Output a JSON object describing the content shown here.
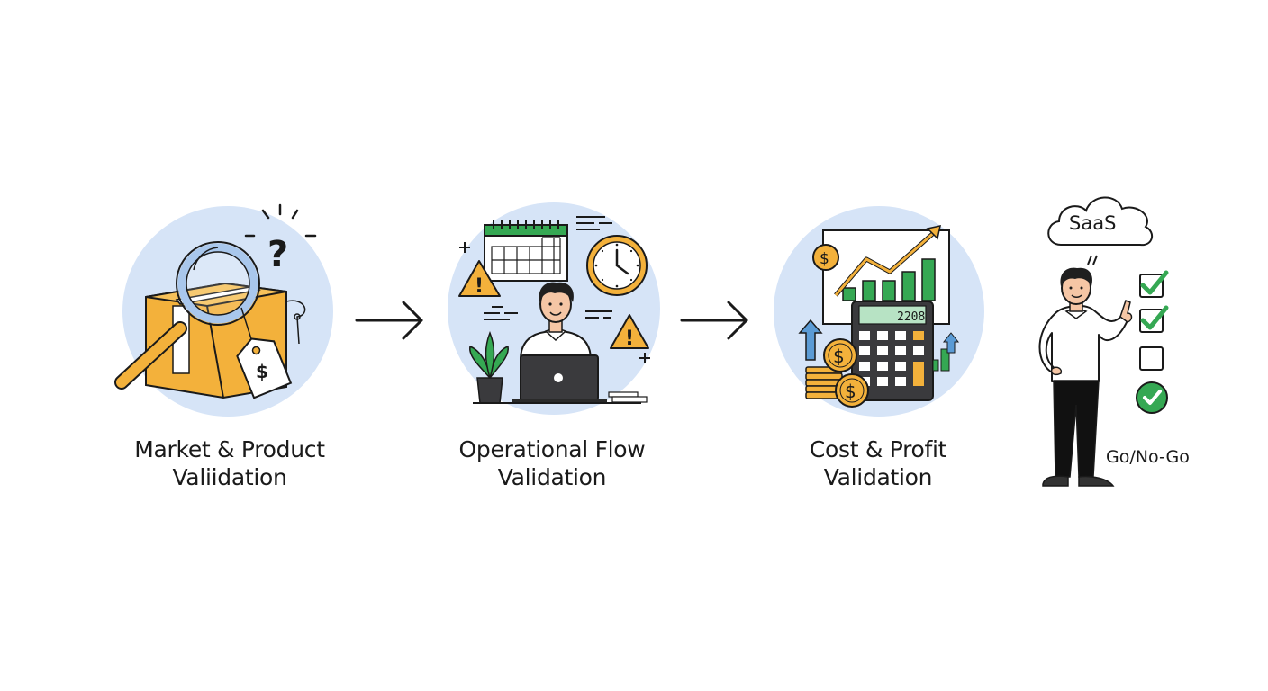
{
  "colors": {
    "circle_bg": "#d6e4f7",
    "orange": "#f3b13b",
    "green": "#35a853",
    "blue": "#5b9bd5",
    "stroke": "#1a1a1a",
    "warning": "#f3b13b"
  },
  "steps": [
    {
      "id": "market",
      "icon": "magnifier-box-price-tag-icon",
      "line1": "Market & Product",
      "line2": "Valiidation",
      "price_tag_symbol": "$",
      "question_mark": "?"
    },
    {
      "id": "operational",
      "icon": "person-laptop-calendar-clock-icon",
      "line1": "Operational Flow",
      "line2": "Validation",
      "warning_symbol": "!"
    },
    {
      "id": "cost",
      "icon": "calculator-chart-coins-icon",
      "line1": "Cost & Profit",
      "line2": "Validation",
      "calculator_display": "2208",
      "coin_symbol": "$"
    }
  ],
  "arrows": [
    {
      "from": "market",
      "to": "operational"
    },
    {
      "from": "operational",
      "to": "cost"
    }
  ],
  "decision": {
    "cloud_label": "SaaS",
    "checklist": [
      {
        "state": "checked"
      },
      {
        "state": "checked"
      },
      {
        "state": "unchecked"
      }
    ],
    "final_badge": "checked-circle",
    "label": "Go/No-Go"
  }
}
